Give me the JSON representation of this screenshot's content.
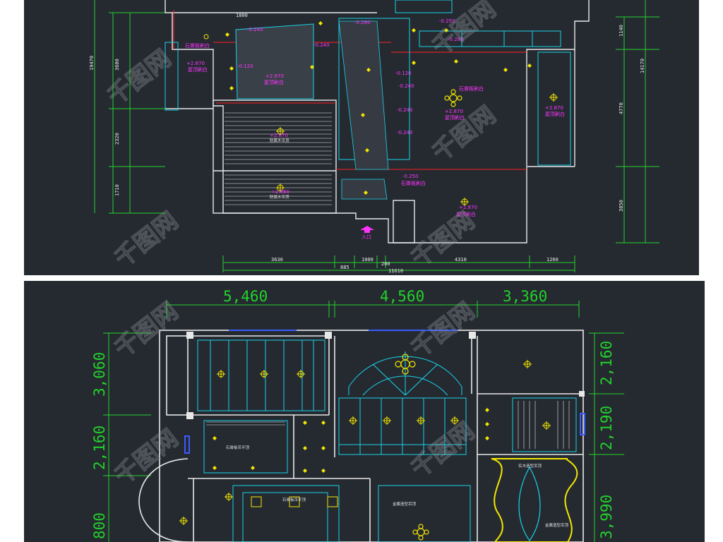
{
  "top_plan": {
    "dims_bottom": [
      "3630",
      "1000",
      "200",
      "4310",
      "1260"
    ],
    "dims_bottom_sub": [
      "885"
    ],
    "dim_total": "11610",
    "dims_left": [
      "19470",
      "3600",
      "2320",
      "1710"
    ],
    "dims_right": [
      "1140",
      "14170",
      "4770",
      "3850"
    ],
    "dims_top": [
      "1800"
    ],
    "levels": [
      "-0.240",
      "-0.120",
      "-0.260",
      "-0.250",
      "-0.280",
      "-0.240",
      "-0.120",
      "-0.240",
      "-0.240",
      "-0.240",
      "-0.250"
    ],
    "elevations": [
      "+2.870",
      "+2.870",
      "+2.870",
      "+2.870",
      "+2.870",
      "+2.870",
      "+2.860"
    ],
    "ceiling_notes": [
      "屋顶刷白",
      "石膏板刷白",
      "屋顶刷白",
      "石膏板刷白",
      "屋顶刷白",
      "屋顶刷白",
      "石膏板刷白",
      "屋顶刷白"
    ],
    "entrance_label": "入口",
    "tread_note": "防腐木吊顶"
  },
  "bottom_plan": {
    "dims_top": [
      "5,460",
      "4,560",
      "3,360"
    ],
    "dims_left": [
      "3,060",
      "2,160",
      "800"
    ],
    "dims_right": [
      "2,160",
      "2,190",
      "3,990"
    ],
    "notes": [
      "石膏板吊平顶",
      "石膏板吊平顶",
      "实木造型吊顶",
      "金属造型吊顶",
      "金属造型吊顶"
    ]
  },
  "colors": {
    "panel": "#252a31",
    "wall": "#e8e8e8",
    "annotation": "#ff33ff",
    "dimension": "#22d22a",
    "ceiling_lines": "#19d3e8",
    "lights": "#f3e600",
    "beam": "#ff2020"
  },
  "icons": [
    "light-fixture-icon",
    "chandelier-icon",
    "entrance-arrow-icon"
  ],
  "watermark": "千图网"
}
